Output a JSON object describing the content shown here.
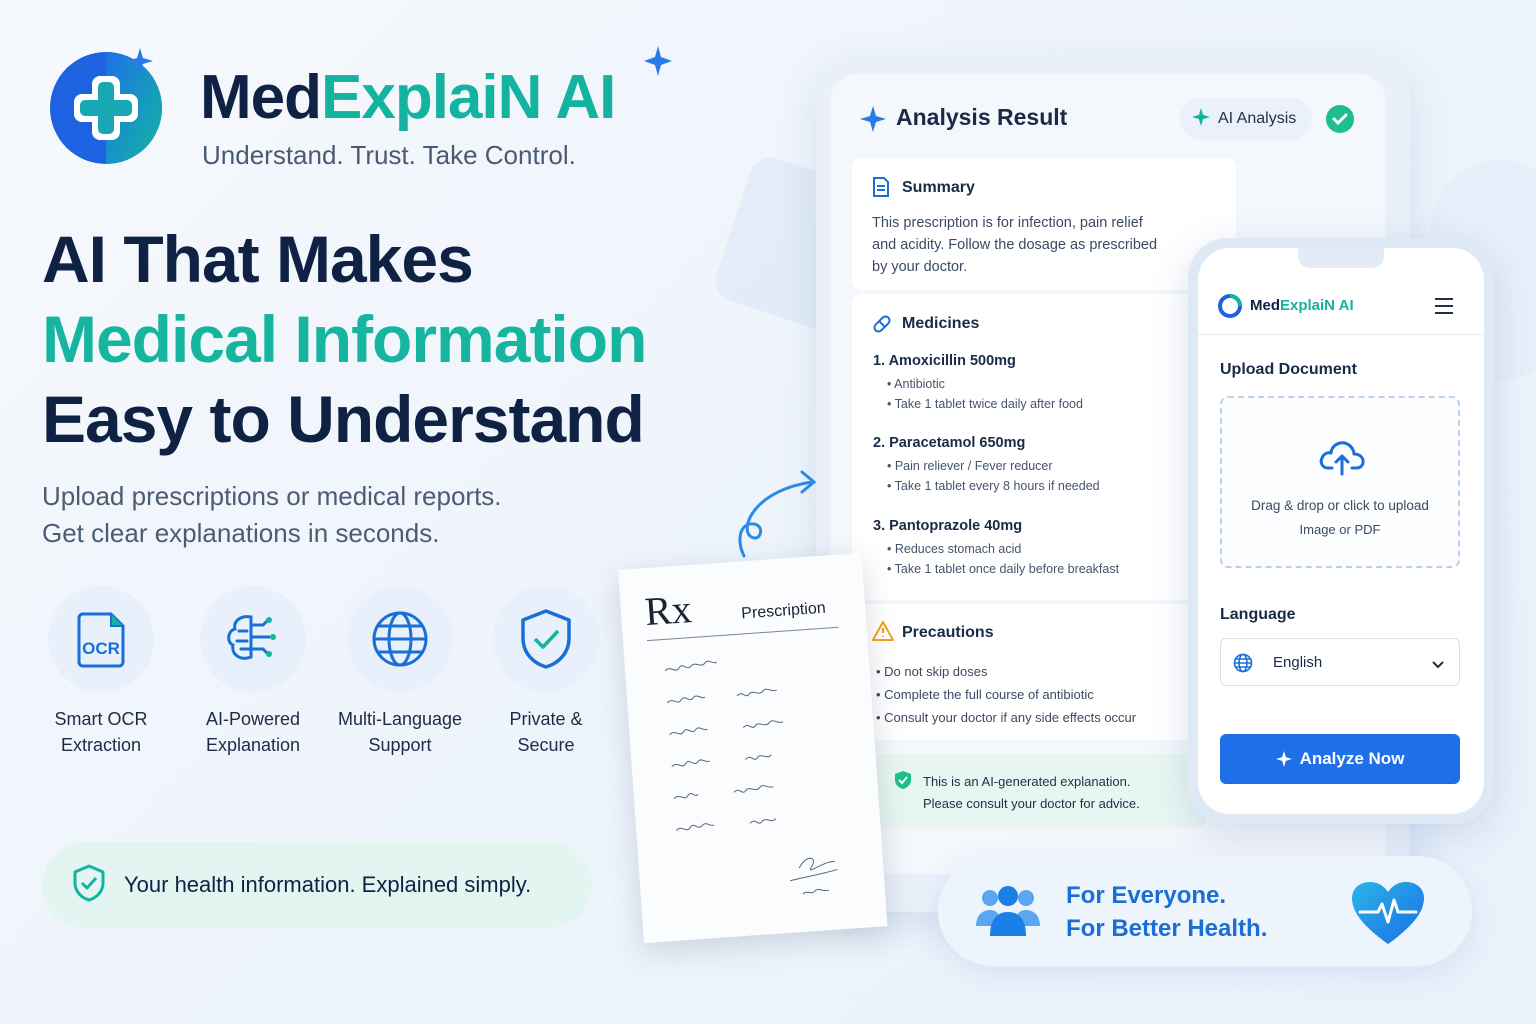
{
  "brand": {
    "name_part1": "Med",
    "name_part2": "ExplaiN AI",
    "tagline": "Understand. Trust. Take Control."
  },
  "hero": {
    "line1": "AI That Makes",
    "line2": "Medical Information",
    "line3": "Easy to Understand",
    "sub1": "Upload prescriptions or medical reports.",
    "sub2": "Get clear explanations in seconds."
  },
  "features": [
    {
      "icon": "ocr-icon",
      "icon_text": "OCR",
      "line1": "Smart OCR",
      "line2": "Extraction"
    },
    {
      "icon": "brain-circuit-icon",
      "line1": "AI-Powered",
      "line2": "Explanation"
    },
    {
      "icon": "globe-icon",
      "line1": "Multi-Language",
      "line2": "Support"
    },
    {
      "icon": "shield-check-icon",
      "line1": "Private &",
      "line2": "Secure"
    }
  ],
  "pill": {
    "text": "Your health information. Explained simply."
  },
  "analysis": {
    "title": "Analysis Result",
    "badge": "AI Analysis",
    "summary_title": "Summary",
    "summary_l1": "This prescription is for infection, pain relief",
    "summary_l2": "and acidity. Follow the dosage as prescribed",
    "summary_l3": "by your doctor.",
    "medicines_title": "Medicines",
    "medicines": [
      {
        "name": "1. Amoxicillin 500mg",
        "d1": "• Antibiotic",
        "d2": "• Take 1 tablet twice daily after food"
      },
      {
        "name": "2. Paracetamol 650mg",
        "d1": "• Pain reliever / Fever reducer",
        "d2": "• Take 1 tablet every 8 hours if needed"
      },
      {
        "name": "3. Pantoprazole 40mg",
        "d1": "• Reduces stomach acid",
        "d2": "• Take 1 tablet once daily before breakfast"
      }
    ],
    "precautions_title": "Precautions",
    "precautions": [
      "• Do not skip doses",
      "• Complete the full course of antibiotic",
      "• Consult your doctor if any side effects occur"
    ],
    "notice_l1": "This is an AI-generated explanation.",
    "notice_l2": "Please consult your doctor for advice."
  },
  "rx": {
    "symbol": "Rx",
    "title": "Prescription"
  },
  "phone": {
    "brand_part1": "Med",
    "brand_part2": "ExplaiN AI",
    "upload_title": "Upload Document",
    "drop_l1": "Drag & drop or click to upload",
    "drop_l2": "Image or PDF",
    "language_label": "Language",
    "language_value": "English",
    "analyze_button": "Analyze Now"
  },
  "footer_card": {
    "line1": "For Everyone.",
    "line2": "For Better Health."
  },
  "colors": {
    "navy": "#0f2244",
    "teal": "#14b3a0",
    "blue": "#1a6fd6",
    "button": "#1f6fe8",
    "green": "#1fbf8d"
  }
}
